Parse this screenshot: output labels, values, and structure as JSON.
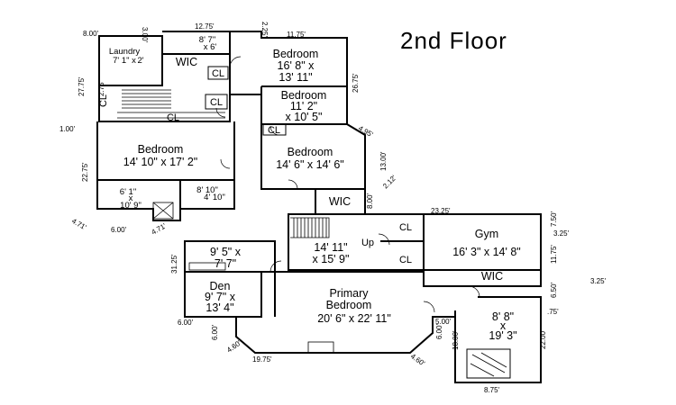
{
  "title": "2nd Floor",
  "rooms": {
    "laundry": {
      "name": "Laundry",
      "size_a": "7' 1\" x",
      "size_b": "2'"
    },
    "wic_nw": {
      "name": "WIC"
    },
    "bath_top": {
      "size_a": "8' 7\"",
      "size_b": "x 6'"
    },
    "bedroom_ne": {
      "name": "Bedroom",
      "size_a": "16' 8\" x",
      "size_b": "13' 11\""
    },
    "bedroom_mid": {
      "name": "Bedroom",
      "size_a": "11' 2\"",
      "size_b": "x 10' 5\""
    },
    "bedroom_east": {
      "name": "Bedroom",
      "size": "14' 6\" x 14' 6\""
    },
    "bedroom_west": {
      "name": "Bedroom",
      "size": "14' 10\" x 17' 2\""
    },
    "bath_w1": {
      "size_a": "6' 1\"",
      "size_b": "x",
      "size_c": "10' 9\""
    },
    "bath_w2": {
      "size_a": "8' 10\"",
      "size_b": "4' 10\""
    },
    "wic_center": {
      "name": "WIC"
    },
    "hall": {
      "size_a": "14' 11\"",
      "size_b": "x 15' 9\"",
      "up": "Up"
    },
    "gym": {
      "name": "Gym",
      "size": "16' 3\" x 14' 8\""
    },
    "wic_east": {
      "name": "WIC"
    },
    "bath_sw": {
      "size_a": "9' 5\" x",
      "size_b": "7' 7\""
    },
    "den": {
      "name": "Den",
      "size_a": "9' 7\" x",
      "size_b": "13' 4\""
    },
    "primary": {
      "name_a": "Primary",
      "name_b": "Bedroom",
      "size": "20' 6\" x 22' 11\""
    },
    "primary_bath": {
      "size_a": "8' 8\"",
      "size_b": "x",
      "size_c": "19' 3\""
    }
  },
  "closets": [
    "CL",
    "CL",
    "CL",
    "CL",
    "CL",
    "CL",
    "CL"
  ],
  "dimensions": {
    "d1": "12.75'",
    "d2": "8.00'",
    "d3": "3.00'",
    "d4": "2.25'",
    "d5": "11.75'",
    "d6": "27.75'",
    "d7": "26.75'",
    "d8": "1.00'",
    "d9": "4.95'",
    "d10": "13.00'",
    "d11": "22.75'",
    "d12": "2.12'",
    "d13": "4.71'",
    "d14": "6.00'",
    "d15": "4.71'",
    "d16": "8.00'",
    "d17": "23.25'",
    "d18": "7.50'",
    "d19": "3.25'",
    "d20": "11.75'",
    "d21": "31.25'",
    "d22": "3.25'",
    "d23": "6.50'",
    "d24": ".75'",
    "d25": "6.00'",
    "d26": "5.00'",
    "d27": "6.00'",
    "d28": "6.00'",
    "d29": "18.00'",
    "d30": "22.00'",
    "d31": "4.60'",
    "d32": "19.75'",
    "d33": "4.60'",
    "d34": "8.75'",
    "d35": "2.75'"
  }
}
